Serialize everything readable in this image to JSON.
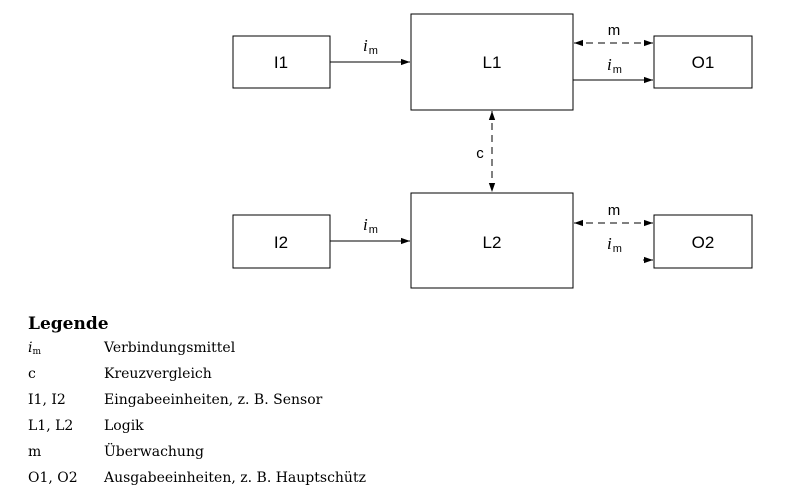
{
  "diagram": {
    "boxes": {
      "i1": "I1",
      "i2": "I2",
      "l1": "L1",
      "l2": "L2",
      "o1": "O1",
      "o2": "O2"
    },
    "signals": {
      "im_symbol": "i",
      "im_subscript": "m",
      "monitoring": "m",
      "cross_comparison": "c"
    }
  },
  "legend": {
    "title": "Legende",
    "items": [
      {
        "key_italic": "i",
        "key_sub": "m",
        "key": "",
        "text": "Verbindungsmittel"
      },
      {
        "key_italic": "",
        "key_sub": "",
        "key": "c",
        "text": "Kreuzvergleich"
      },
      {
        "key_italic": "",
        "key_sub": "",
        "key": "I1, I2",
        "text": "Eingabeeinheiten, z. B. Sensor"
      },
      {
        "key_italic": "",
        "key_sub": "",
        "key": "L1, L2",
        "text": "Logik"
      },
      {
        "key_italic": "",
        "key_sub": "",
        "key": "m",
        "text": "Überwachung"
      },
      {
        "key_italic": "",
        "key_sub": "",
        "key": "O1, O2",
        "text": "Ausgabeeinheiten, z. B. Hauptschütz"
      }
    ]
  }
}
